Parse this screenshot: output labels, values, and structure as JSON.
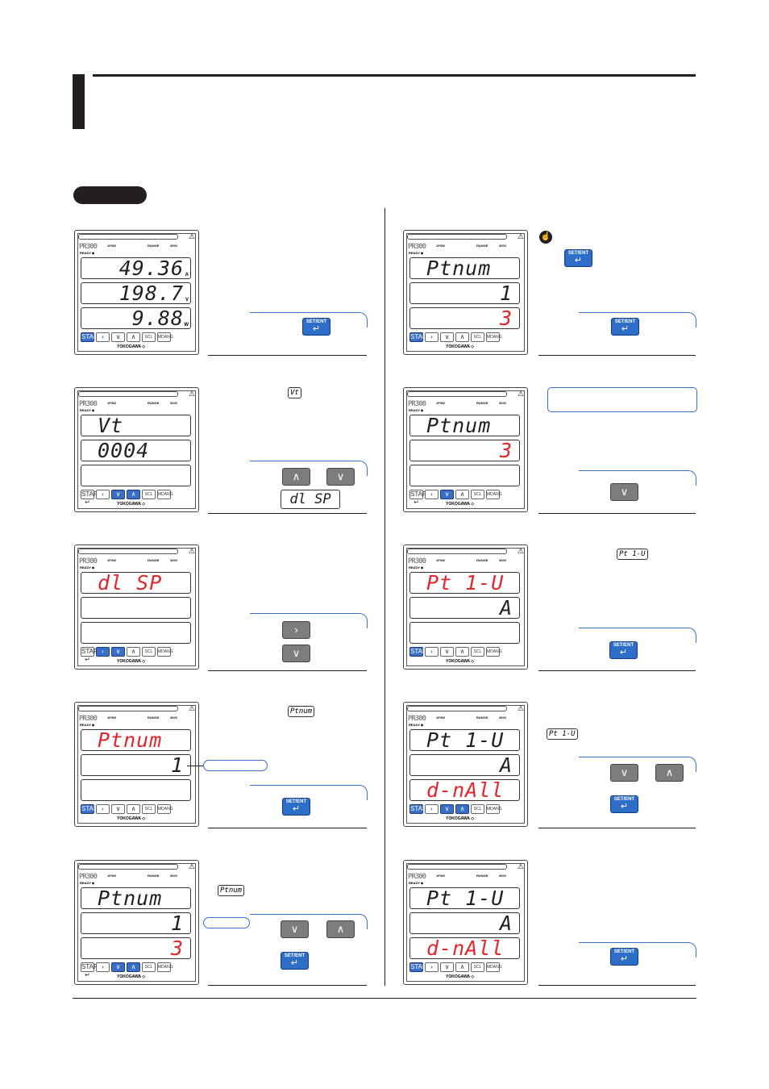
{
  "meter_common": {
    "brand": "PR300",
    "warn": "⚠",
    "ready": "READY ◆",
    "yokogawa": "YOKOGAWA ◇",
    "label_1p3w": "1P3W",
    "label_range": "RANGE",
    "label_set": "300V",
    "keys": [
      "START ↵",
      "›",
      "∨",
      "∧",
      "SCL",
      "MDANG"
    ]
  },
  "meters": [
    {
      "rows": [
        "49.36",
        "198.7",
        "9.88"
      ],
      "units": [
        "A",
        "V",
        "W"
      ]
    },
    {
      "rows": [
        "Vt",
        "0004",
        ""
      ]
    },
    {
      "rows": [
        "dl SP",
        "",
        ""
      ]
    },
    {
      "rows": [
        "Ptnum",
        "1",
        ""
      ]
    },
    {
      "rows": [
        "Ptnum",
        "1",
        "3"
      ]
    },
    {
      "rows": [
        "Ptnum",
        "1",
        "3"
      ]
    },
    {
      "rows": [
        "Ptnum",
        "3",
        ""
      ]
    },
    {
      "rows": [
        "Pt 1-U",
        "A",
        ""
      ]
    },
    {
      "rows": [
        "Pt 1-U",
        "A",
        "d-nAll"
      ]
    },
    {
      "rows": [
        "Pt 1-U",
        "A",
        "d-nAll"
      ]
    }
  ],
  "buttons": {
    "set_ent": "SET/ENT",
    "enter_glyph": "↵",
    "up": "∧",
    "down": "∨",
    "right": "›"
  },
  "inline_displays": {
    "vt": "Vt",
    "disp": "dl SP",
    "ptnum": "Ptnum",
    "pt1u": "Pt 1-U"
  }
}
